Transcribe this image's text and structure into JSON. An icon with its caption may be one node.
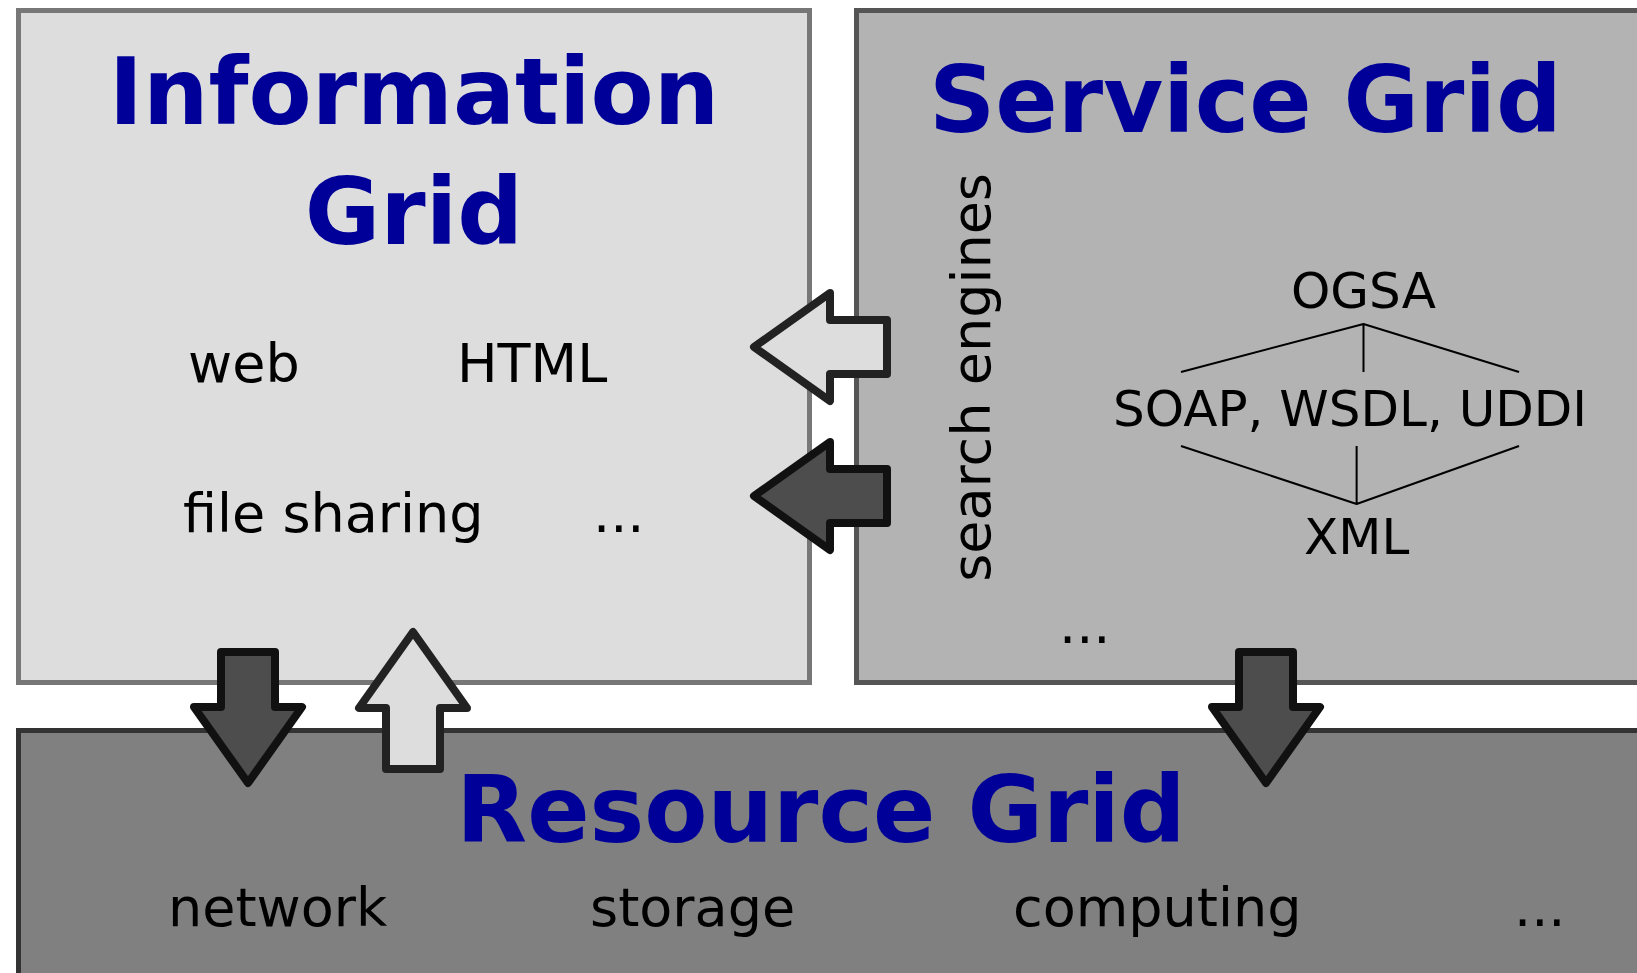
{
  "diagram": {
    "nodes": [
      {
        "text": [
          "Information Grid",
          "web",
          "HTML",
          "file sharing",
          "..."
        ]
      },
      {
        "text": [
          "Service Grid",
          "search engines",
          "..."
        ]
      },
      {
        "text": [
          "OGSA"
        ],
        "in": 1
      },
      {
        "text": [
          "SOAP, WSDL, UDDI"
        ],
        "in": 1
      },
      {
        "text": [
          "XML"
        ],
        "in": 1
      },
      {
        "text": [
          "Resource Grid",
          "network",
          "storage",
          "computing",
          "..."
        ]
      }
    ],
    "edges": [
      {
        "from": 1,
        "to": 0,
        "arrow": "to",
        "color": "#dddddd"
      },
      {
        "from": 1,
        "to": 0,
        "arrow": "to"
      },
      {
        "from": 0,
        "to": 5,
        "arrow": "to"
      },
      {
        "from": 5,
        "to": 0,
        "arrow": "to",
        "color": "#dddddd"
      },
      {
        "from": 1,
        "to": 5,
        "arrow": "to"
      },
      {
        "from": 2,
        "to": 3,
        "arrow": "none"
      },
      {
        "from": 3,
        "to": 4,
        "arrow": "none"
      }
    ]
  }
}
